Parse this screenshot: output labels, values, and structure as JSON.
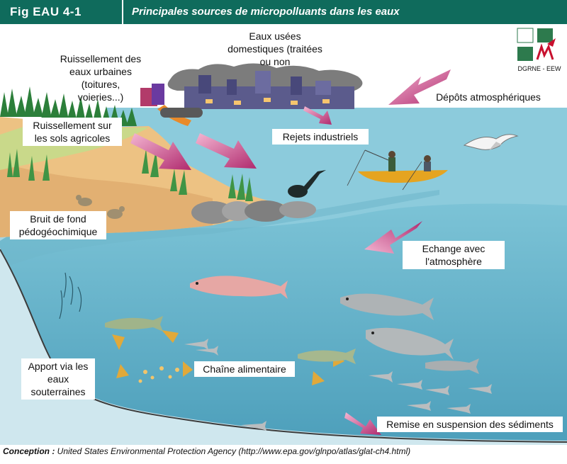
{
  "header": {
    "tag": "Fig EAU 4-1",
    "title": "Principales sources de micropolluants dans les eaux"
  },
  "logo": {
    "text": "DGRNE - EEW"
  },
  "labels": {
    "urban_runoff": "Ruissellement des eaux urbaines (toitures, voieries...)",
    "domestic_waters": "Eaux usées domestiques (traitées ou non",
    "atmospheric_deposits": "Dépôts atmosphériques",
    "agri_runoff": "Ruissellement sur les sols agricoles",
    "industrial_discharge": "Rejets industriels",
    "background_noise": "Bruit de fond pédogéochimique",
    "atmosphere_exchange": "Echange avec l'atmosphère",
    "groundwater_input": "Apport via les eaux souterraines",
    "food_chain": "Chaîne alimentaire",
    "resuspension": "Remise en suspension des sédiments"
  },
  "footer": {
    "prefix": "Conception :",
    "text": "United States Environmental Protection Agency (http://www.epa.gov/glnpo/atlas/glat-ch4.html)"
  },
  "colors": {
    "header": "#0f6b5c",
    "water": "#6fb7cc",
    "deep_water": "#4a9db8",
    "sky": "#ffffff",
    "sand": "#e9b877",
    "grass": "#2f8a3a",
    "arrow": "#c0397a",
    "smoke": "#7a7a7a"
  }
}
